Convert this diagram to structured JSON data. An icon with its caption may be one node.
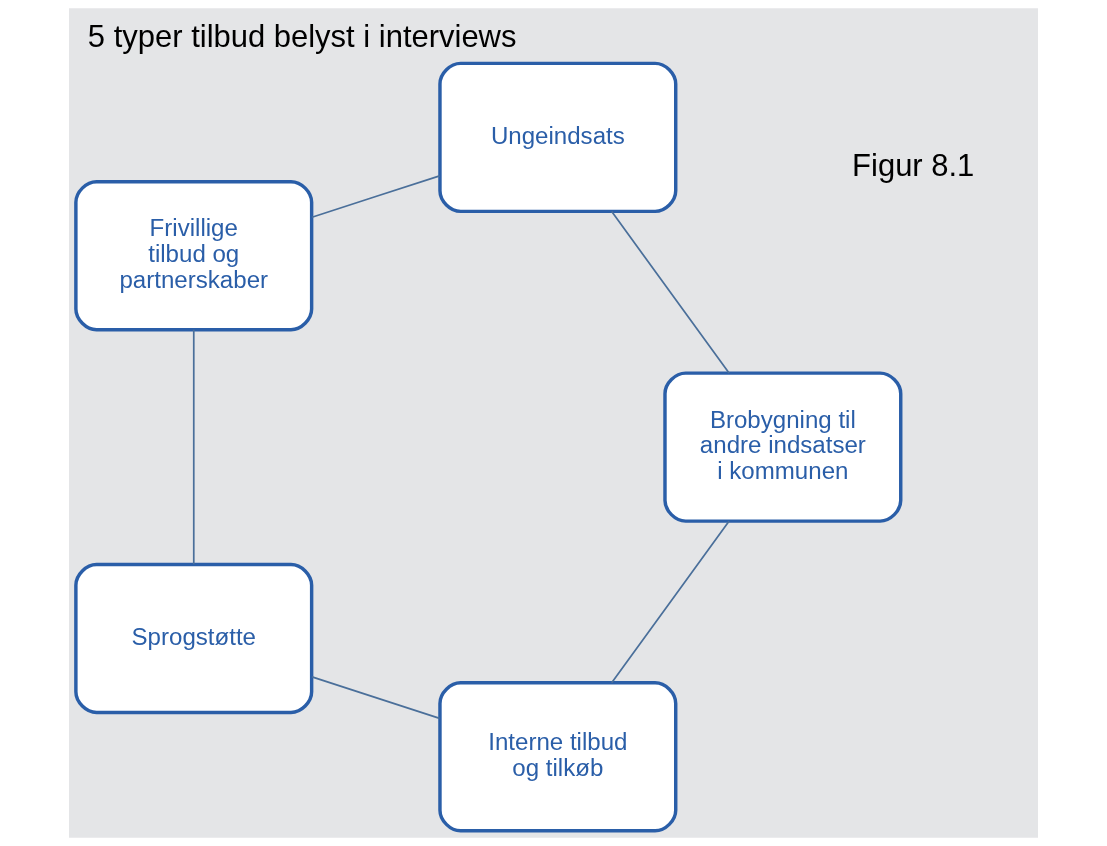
{
  "diagram": {
    "title": "5 typer tilbud belyst i interviews",
    "nodes": [
      {
        "text": [
          "Interne tilbud og tilkøb"
        ]
      },
      {
        "text": [
          "Sprogstøtte"
        ]
      },
      {
        "text": [
          "Frivillige tilbud og partnerskaber"
        ]
      },
      {
        "text": [
          "Ungeindsats"
        ]
      },
      {
        "text": [
          "Brobygning til andre indsatser i kommunen"
        ]
      }
    ],
    "edges": [
      {
        "from": 0,
        "to": 1,
        "arrow": "none"
      },
      {
        "from": 1,
        "to": 2,
        "arrow": "none"
      },
      {
        "from": 2,
        "to": 3,
        "arrow": "none"
      },
      {
        "from": 3,
        "to": 4,
        "arrow": "none"
      },
      {
        "from": 4,
        "to": 0,
        "arrow": "none"
      }
    ],
    "labels": [
      "Figur 8.1"
    ]
  }
}
